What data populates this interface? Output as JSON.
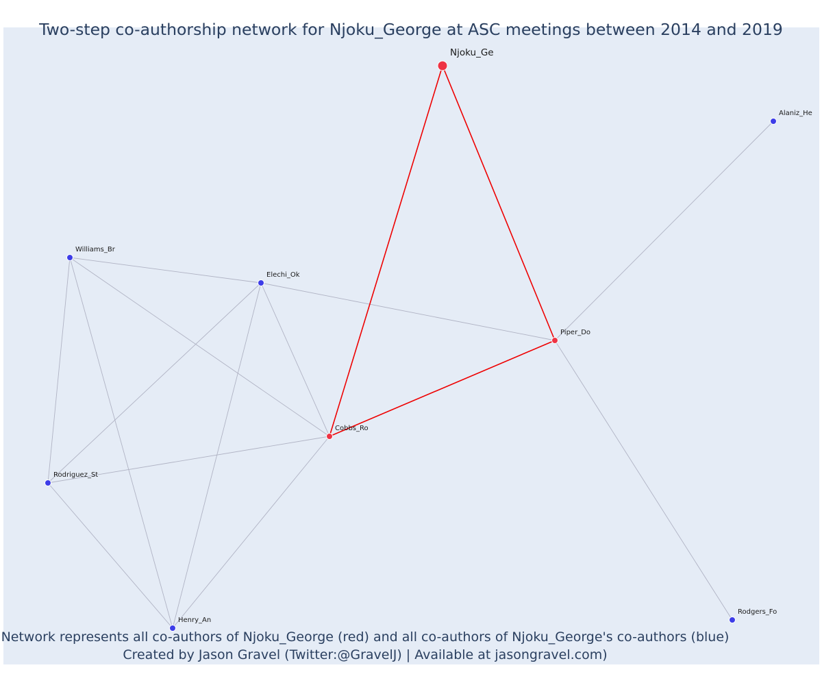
{
  "title": "Two-step co-authorship network for Njoku_George at ASC meetings between 2014 and 2019",
  "footer": {
    "line1": "Network represents all co-authors of Njoku_George (red) and all co-authors of Njoku_George's co-authors (blue)",
    "line2": "Created by Jason Gravel (Twitter:@GravelJ) | Available at jasongravel.com)"
  },
  "colors": {
    "background": "#e5ecf6",
    "red_node": "#ee3344",
    "blue_node": "#3d3de8",
    "red_edge": "#ee0000",
    "gray_edge": "#b0b3c4",
    "text": "#2a3f5f"
  },
  "nodes": [
    {
      "id": "Njoku_Ge",
      "label": "Njoku_Ge",
      "group": "ego"
    },
    {
      "id": "Alaniz_He",
      "label": "Alaniz_He",
      "group": "blue"
    },
    {
      "id": "Williams_Br",
      "label": "Williams_Br",
      "group": "blue"
    },
    {
      "id": "Elechi_Ok",
      "label": "Elechi_Ok",
      "group": "blue"
    },
    {
      "id": "Piper_Do",
      "label": "Piper_Do",
      "group": "red"
    },
    {
      "id": "Cobbs_Ro",
      "label": "Cobbs_Ro",
      "group": "red"
    },
    {
      "id": "Rodriguez_St",
      "label": "Rodriguez_St",
      "group": "blue"
    },
    {
      "id": "Henry_An",
      "label": "Henry_An",
      "group": "blue"
    },
    {
      "id": "Rodgers_Fo",
      "label": "Rodgers_Fo",
      "group": "blue"
    }
  ],
  "edges": [
    {
      "source": "Njoku_Ge",
      "target": "Cobbs_Ro",
      "type": "red"
    },
    {
      "source": "Njoku_Ge",
      "target": "Piper_Do",
      "type": "red"
    },
    {
      "source": "Cobbs_Ro",
      "target": "Piper_Do",
      "type": "red"
    },
    {
      "source": "Piper_Do",
      "target": "Alaniz_He",
      "type": "gray"
    },
    {
      "source": "Piper_Do",
      "target": "Rodgers_Fo",
      "type": "gray"
    },
    {
      "source": "Piper_Do",
      "target": "Elechi_Ok",
      "type": "gray"
    },
    {
      "source": "Williams_Br",
      "target": "Elechi_Ok",
      "type": "gray"
    },
    {
      "source": "Williams_Br",
      "target": "Cobbs_Ro",
      "type": "gray"
    },
    {
      "source": "Williams_Br",
      "target": "Rodriguez_St",
      "type": "gray"
    },
    {
      "source": "Williams_Br",
      "target": "Henry_An",
      "type": "gray"
    },
    {
      "source": "Elechi_Ok",
      "target": "Cobbs_Ro",
      "type": "gray"
    },
    {
      "source": "Elechi_Ok",
      "target": "Rodriguez_St",
      "type": "gray"
    },
    {
      "source": "Elechi_Ok",
      "target": "Henry_An",
      "type": "gray"
    },
    {
      "source": "Cobbs_Ro",
      "target": "Rodriguez_St",
      "type": "gray"
    },
    {
      "source": "Cobbs_Ro",
      "target": "Henry_An",
      "type": "gray"
    },
    {
      "source": "Rodriguez_St",
      "target": "Henry_An",
      "type": "gray"
    }
  ]
}
